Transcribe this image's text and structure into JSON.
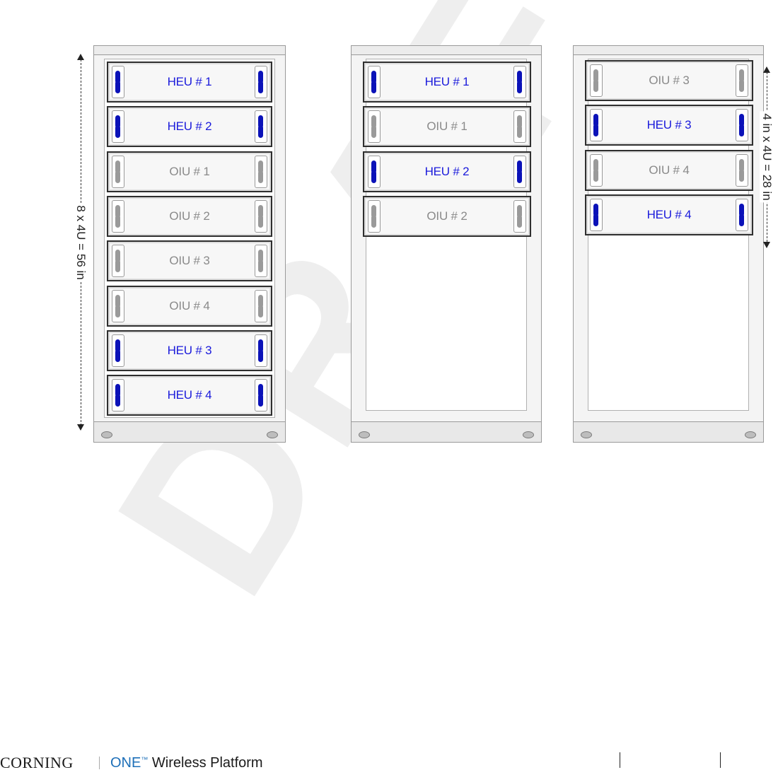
{
  "racks": [
    {
      "id": "rack-1",
      "units": [
        {
          "type": "heu",
          "label": "HEU # 1"
        },
        {
          "type": "heu",
          "label": "HEU # 2"
        },
        {
          "type": "oiu",
          "label": "OIU # 1"
        },
        {
          "type": "oiu",
          "label": "OIU # 2"
        },
        {
          "type": "oiu",
          "label": "OIU # 3"
        },
        {
          "type": "oiu",
          "label": "OIU # 4"
        },
        {
          "type": "heu",
          "label": "HEU # 3"
        },
        {
          "type": "heu",
          "label": "HEU # 4"
        }
      ],
      "dimension": "8 x 4U = 56 in"
    },
    {
      "id": "rack-2",
      "units": [
        {
          "type": "heu",
          "label": "HEU # 1"
        },
        {
          "type": "oiu",
          "label": "OIU # 1"
        },
        {
          "type": "heu",
          "label": "HEU # 2"
        },
        {
          "type": "oiu",
          "label": "OIU # 2"
        }
      ]
    },
    {
      "id": "rack-3",
      "units": [
        {
          "type": "oiu",
          "label": "OIU # 3"
        },
        {
          "type": "heu",
          "label": "HEU # 3"
        },
        {
          "type": "oiu",
          "label": "OIU # 4"
        },
        {
          "type": "heu",
          "label": "HEU # 4"
        }
      ],
      "dimension": "4 in x 4U = 28 in"
    }
  ],
  "watermark": "DRAFT",
  "footer": {
    "brand": "CORNING",
    "product_one": "ONE",
    "product_tm": "™",
    "product_rest": " Wireless Platform"
  },
  "colors": {
    "heu_label": "#1a1adb",
    "oiu_label": "#8a8a8a",
    "heu_handle": "#0b12b8",
    "oiu_handle": "#9a9a9a",
    "brand_blue": "#1d6fb8"
  }
}
